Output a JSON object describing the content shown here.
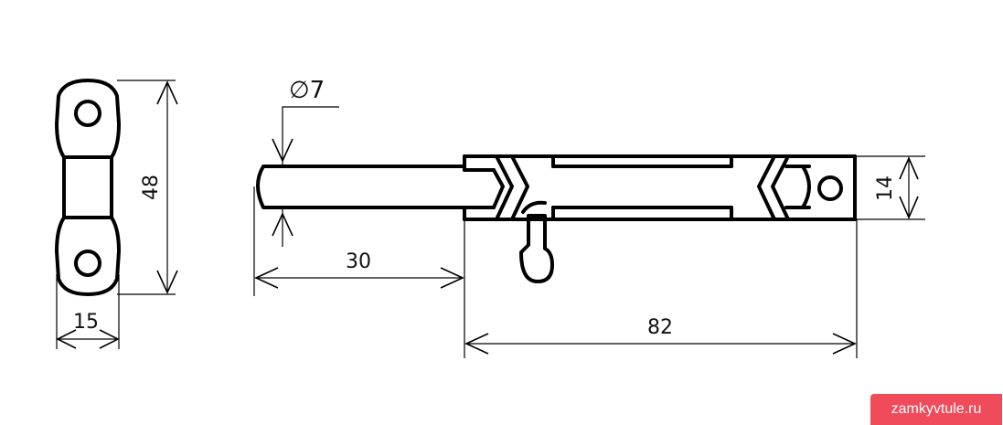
{
  "dimensions": {
    "plate_height": "48",
    "plate_width": "15",
    "bolt_diameter": "∅7",
    "bolt_travel": "30",
    "body_length": "82",
    "body_height": "14"
  },
  "watermark": "zamkyvtule.ru",
  "colors": {
    "ink": "#000000",
    "watermark_bg": "#f04b5a",
    "watermark_text": "#ffffff"
  }
}
